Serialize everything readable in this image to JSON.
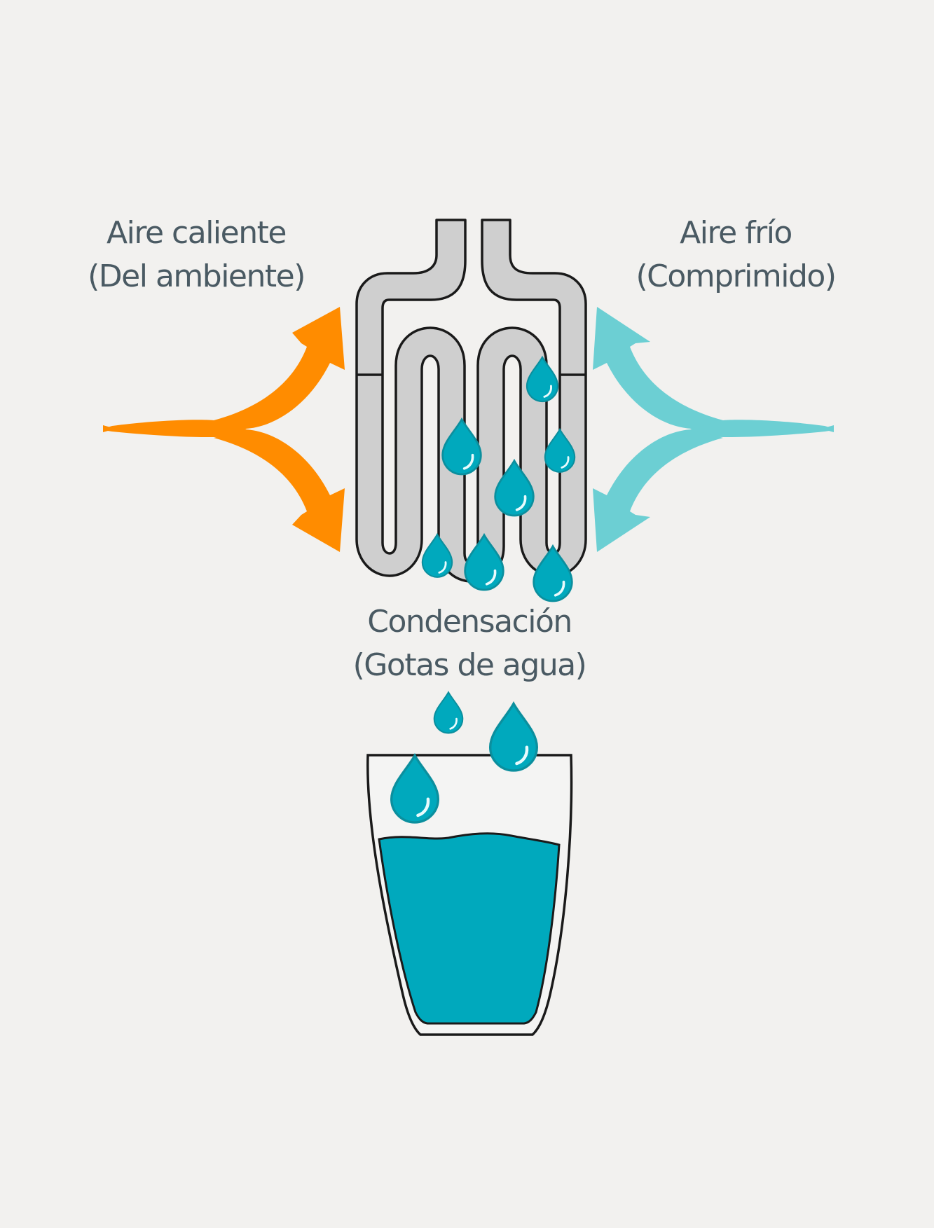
{
  "labels": {
    "hot_air": {
      "line1": "Aire caliente",
      "line2": "(Del ambiente)"
    },
    "cold_air": {
      "line1": "Aire frío",
      "line2": "(Comprimido)"
    },
    "condensation": {
      "line1": "Condensación",
      "line2": "(Gotas de agua)"
    }
  },
  "icons": {
    "hot_air_arrow": "orange-split-arrow-icon",
    "cold_air_arrow": "cyan-split-arrow-icon",
    "coil": "condenser-coil-icon",
    "drops": "water-drop-icon",
    "glass": "glass-of-water-icon"
  },
  "colors": {
    "background": "#f2f1ef",
    "text": "#4a5a63",
    "hot_air": "#ff8c00",
    "cold_air": "#6ccfd3",
    "coil_fill": "#cfcfcf",
    "coil_stroke": "#1a1a1a",
    "water": "#00a9bd",
    "drop_outline": "#0b8f9e"
  }
}
